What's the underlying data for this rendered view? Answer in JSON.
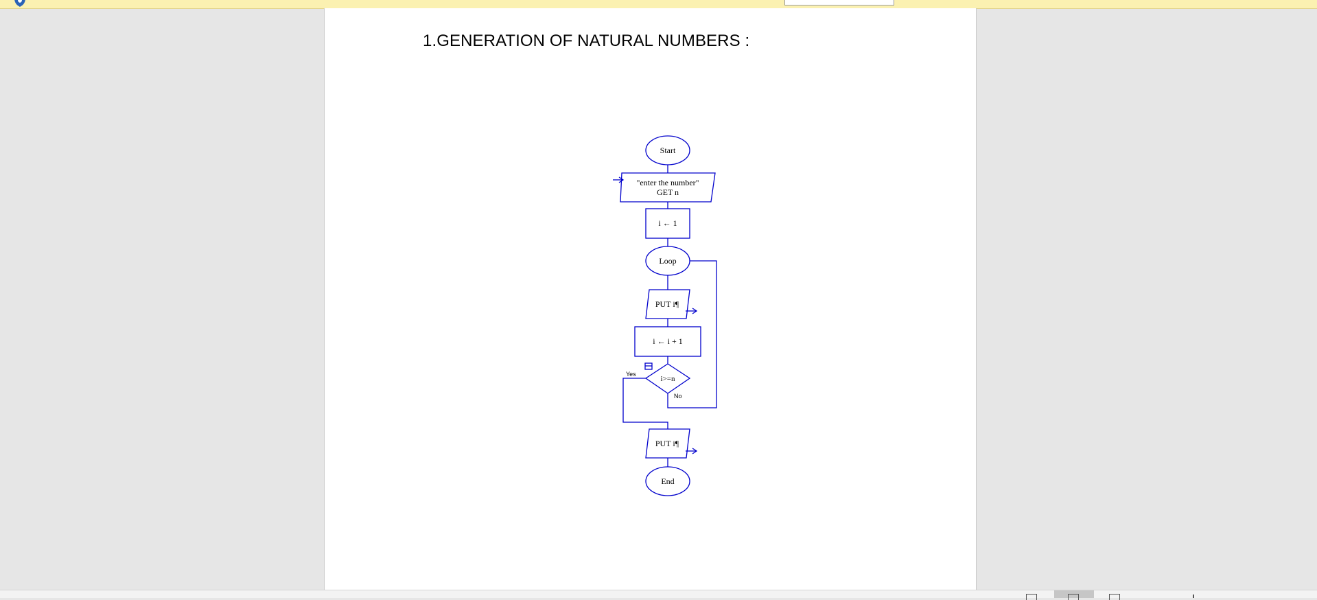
{
  "document": {
    "title": "1.GENERATION OF NATURAL NUMBERS :"
  },
  "flowchart": {
    "start": "Start",
    "input_prompt": "\"enter the number\"",
    "input_get": "GET n",
    "init": "i ← 1",
    "loop": "Loop",
    "output_1": "PUT i¶",
    "increment": "i ← i + 1",
    "decision": "i>=n",
    "yes_label": "Yes",
    "no_label": "No",
    "output_2": "PUT i¶",
    "end": "End"
  },
  "colors": {
    "flowchart_stroke": "#0000cc",
    "notification_bar": "#fbf1b1",
    "page_background": "#ffffff",
    "workspace_background": "#e6e6e6"
  },
  "icons": [
    "shield-icon",
    "collapse-icon",
    "input-arrow-icon",
    "output-arrow-icon",
    "view-read-icon",
    "view-print-icon",
    "view-web-icon"
  ]
}
